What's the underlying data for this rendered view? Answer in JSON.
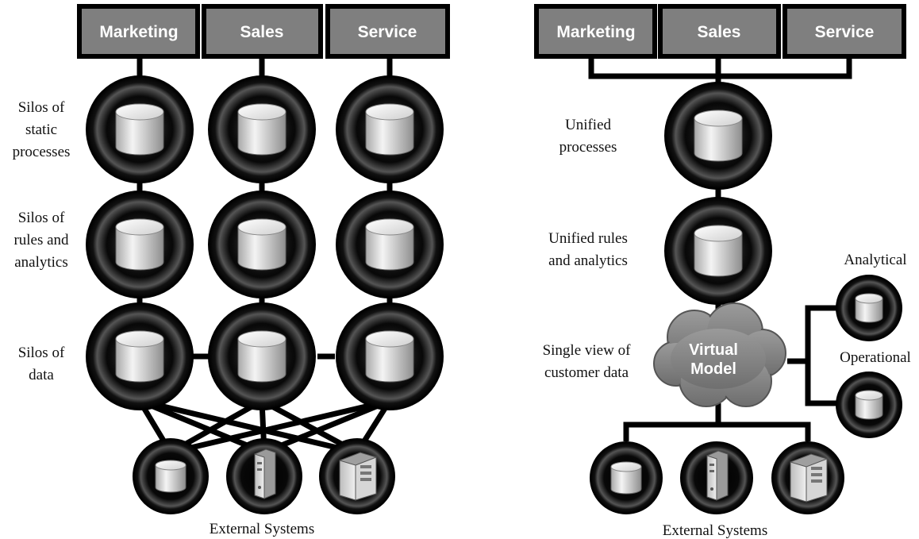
{
  "left": {
    "departments": [
      "Marketing",
      "Sales",
      "Service"
    ],
    "labels": {
      "processes": [
        "Silos of",
        "static",
        "processes"
      ],
      "rules": [
        "Silos of",
        "rules and",
        "analytics"
      ],
      "data": [
        "Silos of",
        "data"
      ]
    },
    "external": "External Systems"
  },
  "right": {
    "departments": [
      "Marketing",
      "Sales",
      "Service"
    ],
    "labels": {
      "processes": [
        "Unified",
        "processes"
      ],
      "rules": [
        "Unified rules",
        "and analytics"
      ],
      "data": [
        "Single view of",
        "customer data"
      ],
      "analytical": "Analytical",
      "operational": "Operational"
    },
    "cloud": [
      "Virtual",
      "Model"
    ],
    "external": "External Systems"
  },
  "colors": {
    "dept_fill": "#7f7f7f",
    "dept_border": "#000000",
    "node_fill": "#050505",
    "cylinder": "#d9d9d9",
    "cloud_fill": "#8a8a8a",
    "connector": "#000000"
  }
}
